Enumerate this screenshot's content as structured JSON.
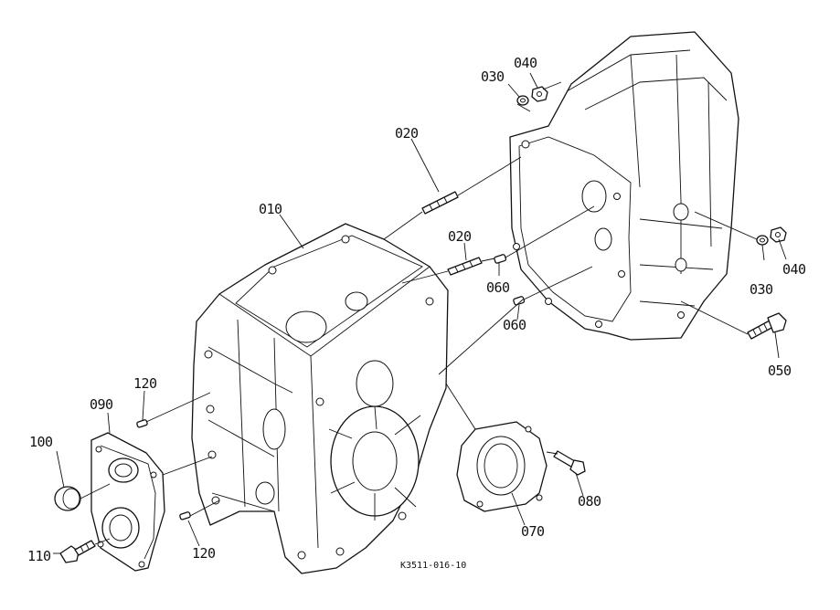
{
  "diagram": {
    "reference_code": "K3511-016-10",
    "callouts": [
      {
        "id": "c010",
        "label": "010"
      },
      {
        "id": "c020a",
        "label": "020"
      },
      {
        "id": "c020b",
        "label": "020"
      },
      {
        "id": "c030a",
        "label": "030"
      },
      {
        "id": "c040a",
        "label": "040"
      },
      {
        "id": "c030b",
        "label": "030"
      },
      {
        "id": "c040b",
        "label": "040"
      },
      {
        "id": "c050",
        "label": "050"
      },
      {
        "id": "c060a",
        "label": "060"
      },
      {
        "id": "c060b",
        "label": "060"
      },
      {
        "id": "c070",
        "label": "070"
      },
      {
        "id": "c080",
        "label": "080"
      },
      {
        "id": "c090",
        "label": "090"
      },
      {
        "id": "c100",
        "label": "100"
      },
      {
        "id": "c110",
        "label": "110"
      },
      {
        "id": "c120a",
        "label": "120"
      },
      {
        "id": "c120b",
        "label": "120"
      }
    ]
  },
  "colors": {
    "ink": "#111111",
    "paper": "#ffffff"
  }
}
